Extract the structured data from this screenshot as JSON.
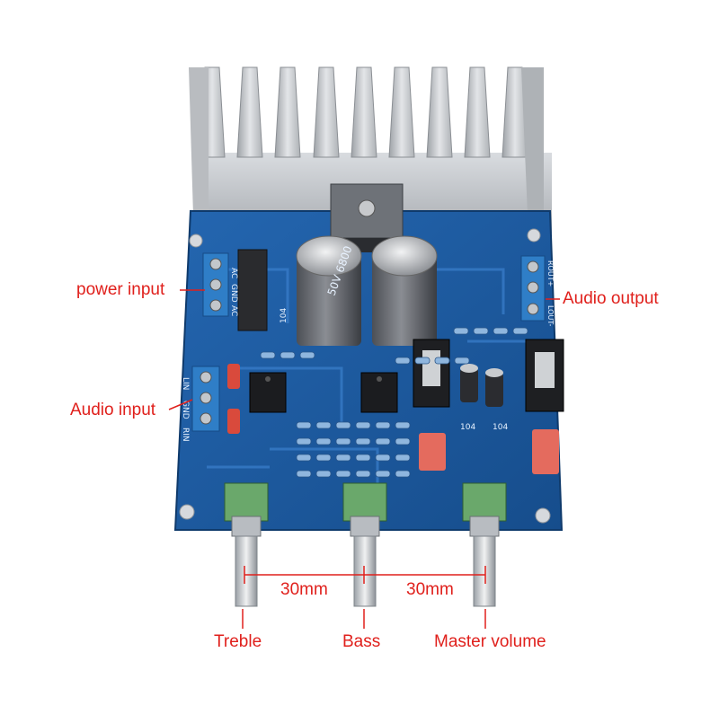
{
  "labels": {
    "power_input": "power input",
    "audio_input": "Audio input",
    "audio_output": "Audio output",
    "treble": "Treble",
    "bass": "Bass",
    "master_volume": "Master volume",
    "spacing_left": "30mm",
    "spacing_right": "30mm"
  },
  "silkscreen": {
    "power_terminal": [
      "AC",
      "GND",
      "AC"
    ],
    "input_terminal": [
      "LIN",
      "GND",
      "RIN"
    ],
    "output_terminal": [
      "ROUT+",
      "LOUT-"
    ],
    "cap_marking": "50V 6800",
    "part_104_a": "104",
    "part_104_b": "104",
    "part_104_c": "104"
  },
  "colors": {
    "label_red": "#e0201c",
    "pcb_blue": "#1f5fa6",
    "heatsink": "#c9ccd0",
    "terminal_blue": "#2f7ec7",
    "pot_green": "#6aa86b"
  }
}
